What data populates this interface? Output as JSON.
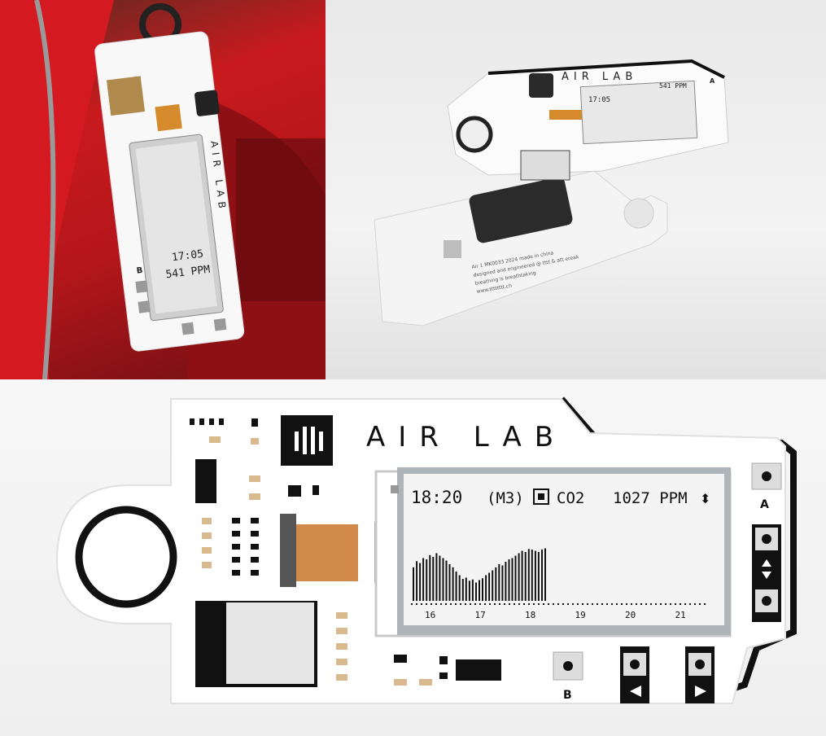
{
  "photo_backpack": {
    "brand": "AIR LAB",
    "time": "17:05",
    "co2": "541 PPM",
    "button_b": "B"
  },
  "photo_exploded": {
    "brand": "AIR LAB",
    "time": "17:05",
    "co2": "541 PPM",
    "button_a": "A",
    "back_text_lines": [
      "Air 1 MK0033 2024 made in china",
      "designed and engineered @ tttt & att ereak",
      "breathing is breathtaking",
      "www.tttttttt.ch"
    ]
  },
  "render": {
    "brand": "AIR LAB",
    "screen": {
      "time": "18:20",
      "mode": "(M3)",
      "metric": "CO2",
      "value": "1027 PPM"
    },
    "chart_ticks": [
      "16",
      "17",
      "18",
      "19",
      "20",
      "21"
    ],
    "button_a": "A",
    "button_b": "B"
  },
  "chart_data": {
    "type": "bar",
    "title": "",
    "x": [
      "16",
      "17",
      "18",
      "19",
      "20",
      "21"
    ],
    "values": [
      0.55,
      0.65,
      0.62,
      0.7,
      0.68,
      0.75,
      0.72,
      0.78,
      0.74,
      0.7,
      0.66,
      0.6,
      0.55,
      0.48,
      0.42,
      0.36,
      0.38,
      0.33,
      0.35,
      0.3,
      0.34,
      0.37,
      0.42,
      0.46,
      0.5,
      0.55,
      0.6,
      0.58,
      0.64,
      0.68,
      0.7,
      0.74,
      0.78,
      0.82,
      0.8,
      0.85,
      0.84,
      0.82,
      0.8,
      0.84,
      0.86
    ]
  }
}
